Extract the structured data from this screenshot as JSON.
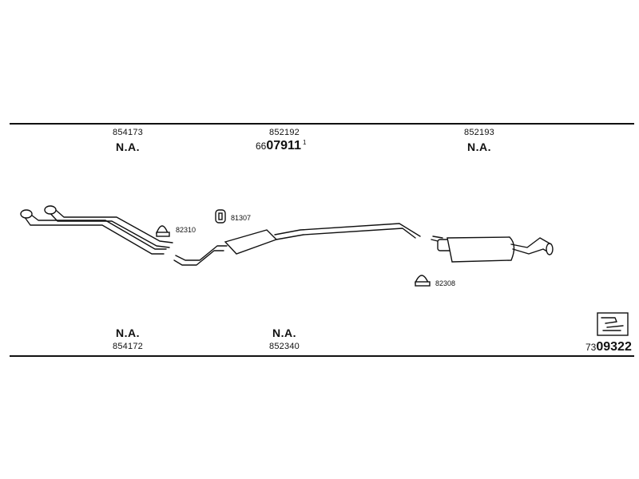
{
  "top_parts": [
    {
      "part_no": "854173",
      "status": "N.A."
    },
    {
      "part_no": "852192",
      "kit_prefix": "66",
      "kit_main": "07911",
      "kit_sup": "1"
    },
    {
      "part_no": "852193",
      "status": "N.A."
    }
  ],
  "bottom_parts": [
    {
      "part_no": "854172",
      "status": "N.A."
    },
    {
      "part_no": "852340",
      "status": "N.A."
    }
  ],
  "small_parts": {
    "clamp_front": "82310",
    "hanger": "81307",
    "clamp_rear": "82308"
  },
  "kit_code": {
    "prefix": "73",
    "main": "09322"
  }
}
